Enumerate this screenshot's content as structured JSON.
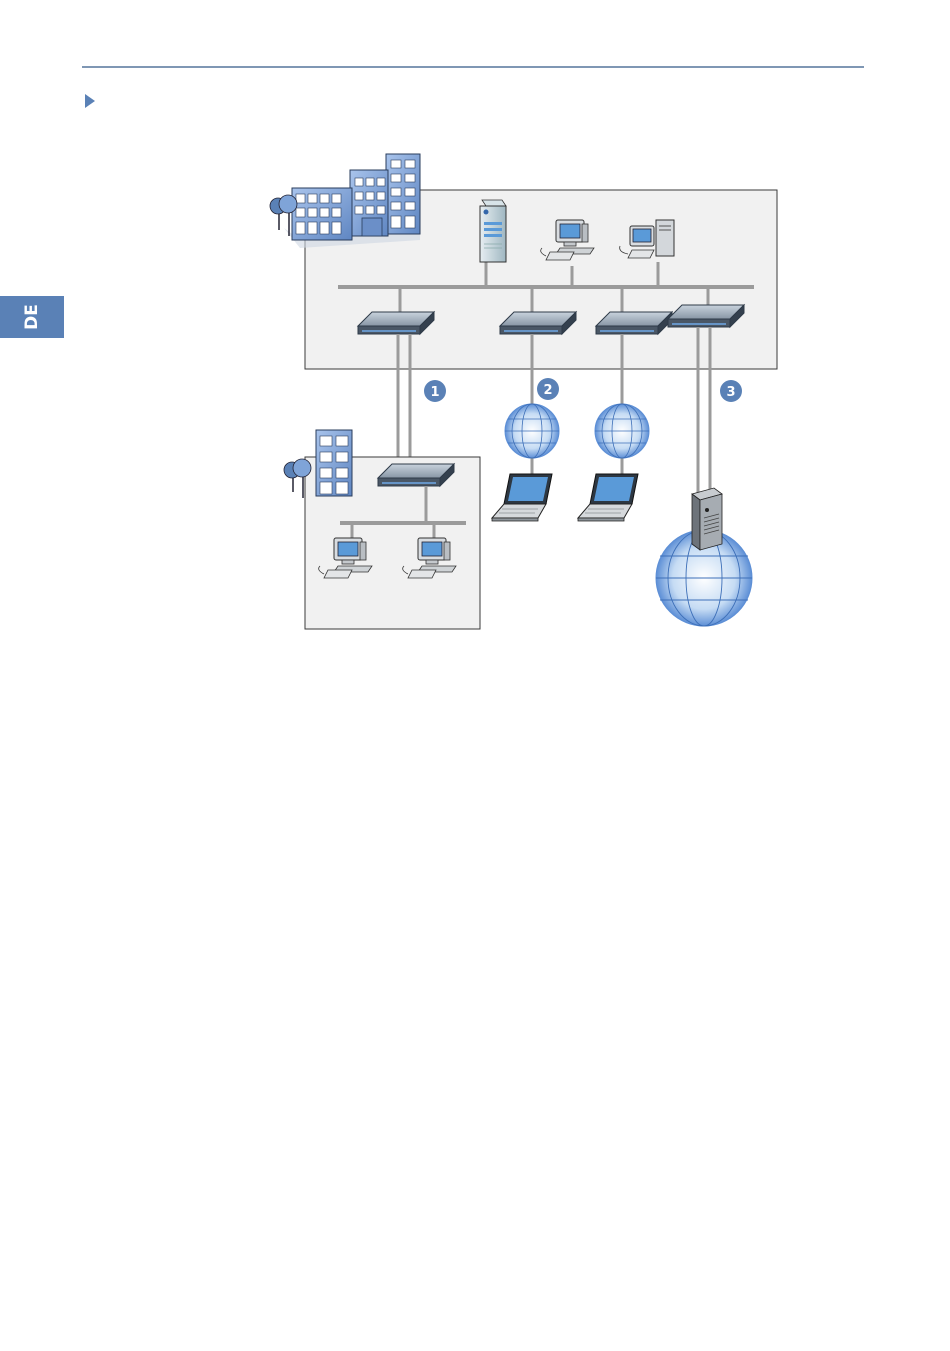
{
  "language_tab": {
    "label": "DE",
    "color": "#5a81b6"
  },
  "diagram": {
    "badges": [
      "1",
      "2",
      "3"
    ],
    "colors": {
      "accent": "#5a81b6",
      "network_line": "#9b9b9b",
      "box_fill": "#f1f1f1",
      "building_blue": "#7fa4d8"
    }
  }
}
